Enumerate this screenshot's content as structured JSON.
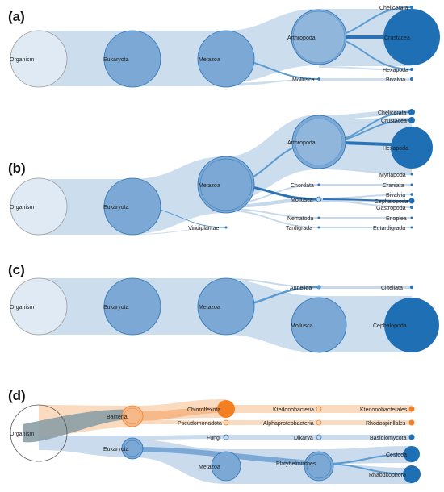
{
  "colors": {
    "blue_light": "#c6d9ec",
    "blue_mid": "#7ba8d4",
    "blue_dark": "#2b73b6",
    "blue_flow": "#5c9bd0",
    "orange_light": "#fad9bc",
    "orange_mid": "#f6b98a",
    "orange_dark": "#f47f20",
    "gray_flow": "#8c9ea6"
  },
  "panels": [
    {
      "id": "a",
      "label": "(a)",
      "nodes": {
        "organism": "Organism",
        "eukaryota": "Eukaryota",
        "metazoa": "Metazoa",
        "arthropoda": "Arthropoda",
        "mollusca": "Mollusca",
        "chelicerata": "Chelicerata",
        "crustacea": "Crustacea",
        "hexapoda": "Hexapoda",
        "bivalvia": "Bivalvia"
      }
    },
    {
      "id": "b",
      "label": "(b)",
      "nodes": {
        "organism": "Organism",
        "eukaryota": "Eukaryota",
        "viridiplantae": "Viridiplantae",
        "metazoa": "Metazoa",
        "arthropoda": "Arthropoda",
        "chordata": "Chordata",
        "mollusca": "Mollusca",
        "nematoda": "Nematoda",
        "tardigrada": "Tardigrada",
        "chelicerata": "Chelicerata",
        "crustacea": "Crustacea",
        "hexapoda": "Hexapoda",
        "myriapoda": "Myriapoda",
        "craniata": "Craniata",
        "bivalvia": "Bivalvia",
        "cephalopoda": "Cephalopoda",
        "gastropoda": "Gastropoda",
        "enoplea": "Enoplea",
        "eutardigrada": "Eutardigrada"
      }
    },
    {
      "id": "c",
      "label": "(c)",
      "nodes": {
        "organism": "Organism",
        "eukaryota": "Eukaryota",
        "metazoa": "Metazoa",
        "annelida": "Annelida",
        "mollusca": "Mollusca",
        "clitellata": "Clitellata",
        "cephalopoda": "Cephalopoda"
      }
    },
    {
      "id": "d",
      "label": "(d)",
      "nodes": {
        "organism": "Organism",
        "bacteria": "Bacteria",
        "eukaryota": "Eukaryota",
        "chloroflexota": "Chloroflexota",
        "pseudomonadota": "Pseudomonadota",
        "fungi": "Fungi",
        "metazoa": "Metazoa",
        "ktedonobacteria": "Ktedonobacteria",
        "alphaproteobacteria": "Alphaproteobacteria",
        "dikarya": "Dikarya",
        "platyhelminthes": "Platyhelminthes",
        "ktedonobacterales": "Ktedonobacterales",
        "rhodospirillales": "Rhodospirillales",
        "basidiomycota": "Basidiomycota",
        "cestoda": "Cestoda",
        "rhabditophora": "Rhabditophora"
      }
    }
  ]
}
